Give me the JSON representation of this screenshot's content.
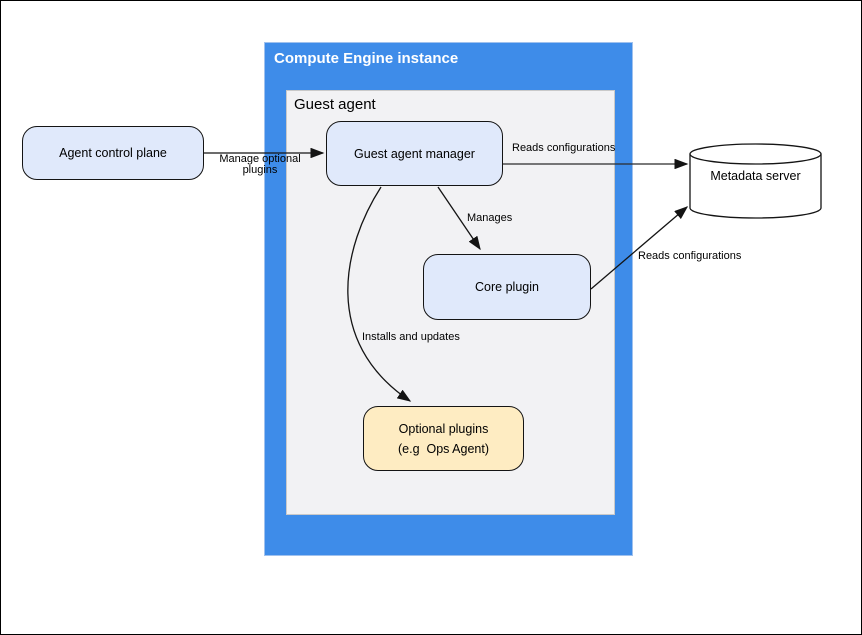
{
  "diagram": {
    "containers": {
      "compute_engine": {
        "title": "Compute Engine instance"
      },
      "guest_agent": {
        "title": "Guest agent"
      }
    },
    "nodes": {
      "agent_control_plane": {
        "label": "Agent control plane"
      },
      "guest_agent_manager": {
        "label": "Guest agent manager"
      },
      "core_plugin": {
        "label": "Core plugin"
      },
      "optional_plugins": {
        "label_line1": "Optional plugins",
        "label_line2": "(e.g  Ops Agent)"
      },
      "metadata_server": {
        "label": "Metadata server"
      }
    },
    "edges": {
      "manage_optional_plugins": {
        "label": "Manage optional plugins",
        "from": "agent_control_plane",
        "to": "guest_agent_manager"
      },
      "reads_configurations_manager": {
        "label": "Reads configurations",
        "from": "guest_agent_manager",
        "to": "metadata_server"
      },
      "manages": {
        "label": "Manages",
        "from": "guest_agent_manager",
        "to": "core_plugin"
      },
      "reads_configurations_core": {
        "label": "Reads configurations",
        "from": "core_plugin",
        "to": "metadata_server"
      },
      "installs_and_updates": {
        "label": "Installs and updates",
        "from": "guest_agent_manager",
        "to": "optional_plugins"
      }
    },
    "colors": {
      "container_blue": "#3e8ce9",
      "container_gray": "#f2f2f4",
      "node_blue_fill": "#e0e9fb",
      "node_yellow_fill": "#feecc2",
      "cylinder_fill": "#ffffff",
      "stroke": "#141414",
      "title_text": "#ffffff",
      "body_text": "#000000"
    }
  }
}
